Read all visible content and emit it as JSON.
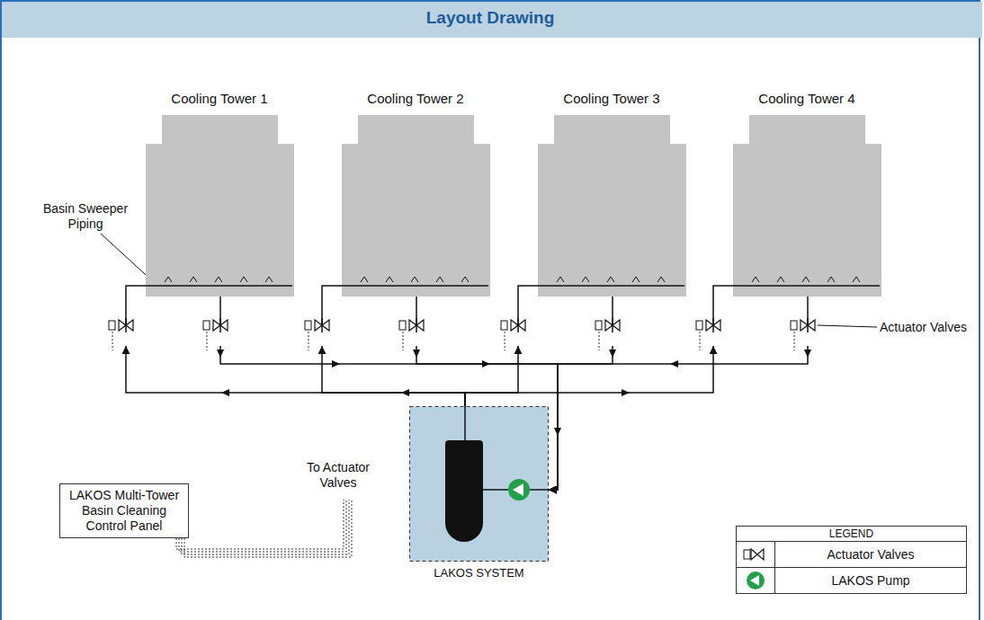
{
  "diagram": {
    "title": "Layout Drawing",
    "nodes": [
      {
        "text": [
          "Cooling Tower 1"
        ]
      },
      {
        "text": [
          "Cooling Tower 2"
        ]
      },
      {
        "text": [
          "Cooling Tower 3"
        ]
      },
      {
        "text": [
          "Cooling Tower 4"
        ]
      },
      {
        "text": [
          "LAKOS SYSTEM"
        ]
      },
      {
        "text": [
          "LAKOS Multi-Tower Basin Cleaning Control Panel"
        ]
      }
    ],
    "edges": [
      {
        "from": 4,
        "to": 0,
        "arrow": "to"
      },
      {
        "from": 4,
        "to": 1,
        "arrow": "to"
      },
      {
        "from": 4,
        "to": 2,
        "arrow": "to"
      },
      {
        "from": 4,
        "to": 3,
        "arrow": "to"
      },
      {
        "from": 0,
        "to": 4,
        "arrow": "to"
      },
      {
        "from": 1,
        "to": 4,
        "arrow": "to"
      },
      {
        "from": 2,
        "to": 4,
        "arrow": "to"
      },
      {
        "from": 3,
        "to": 4,
        "arrow": "to"
      }
    ],
    "labels": [
      "Basin Sweeper Piping",
      "Actuator Valves",
      "To Actuator Valves",
      "LEGEND"
    ],
    "legend": [
      {
        "text": "Actuator Valves"
      },
      {
        "text": "LAKOS Pump"
      }
    ]
  }
}
